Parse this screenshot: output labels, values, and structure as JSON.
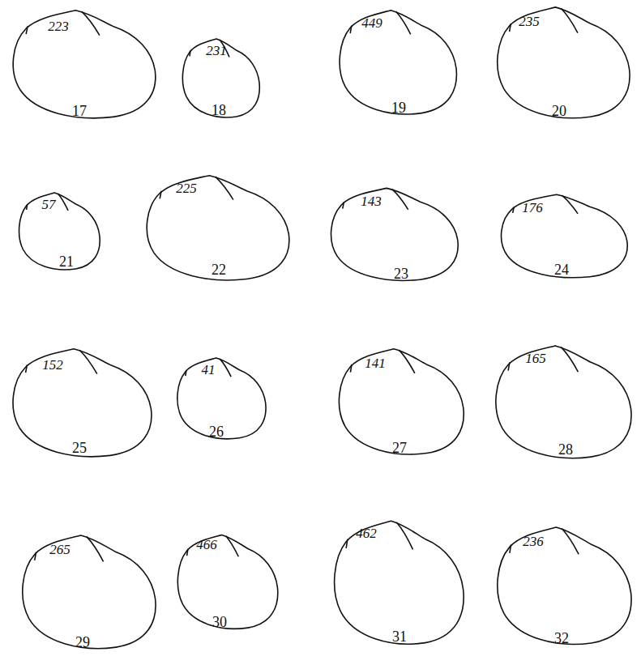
{
  "diagram": {
    "nodes": [
      {
        "text": [
          "223",
          "17"
        ]
      },
      {
        "text": [
          "231",
          "18"
        ]
      },
      {
        "text": [
          "449",
          "19"
        ]
      },
      {
        "text": [
          "235",
          "20"
        ]
      },
      {
        "text": [
          "57",
          "21"
        ]
      },
      {
        "text": [
          "225",
          "22"
        ]
      },
      {
        "text": [
          "143",
          "23"
        ]
      },
      {
        "text": [
          "176",
          "24"
        ]
      },
      {
        "text": [
          "152",
          "25"
        ]
      },
      {
        "text": [
          "41",
          "26"
        ]
      },
      {
        "text": [
          "141",
          "27"
        ]
      },
      {
        "text": [
          "165",
          "28"
        ]
      },
      {
        "text": [
          "265",
          "29"
        ]
      },
      {
        "text": [
          "466",
          "30"
        ]
      },
      {
        "text": [
          "462",
          "31"
        ]
      },
      {
        "text": [
          "236",
          "32"
        ]
      }
    ]
  }
}
